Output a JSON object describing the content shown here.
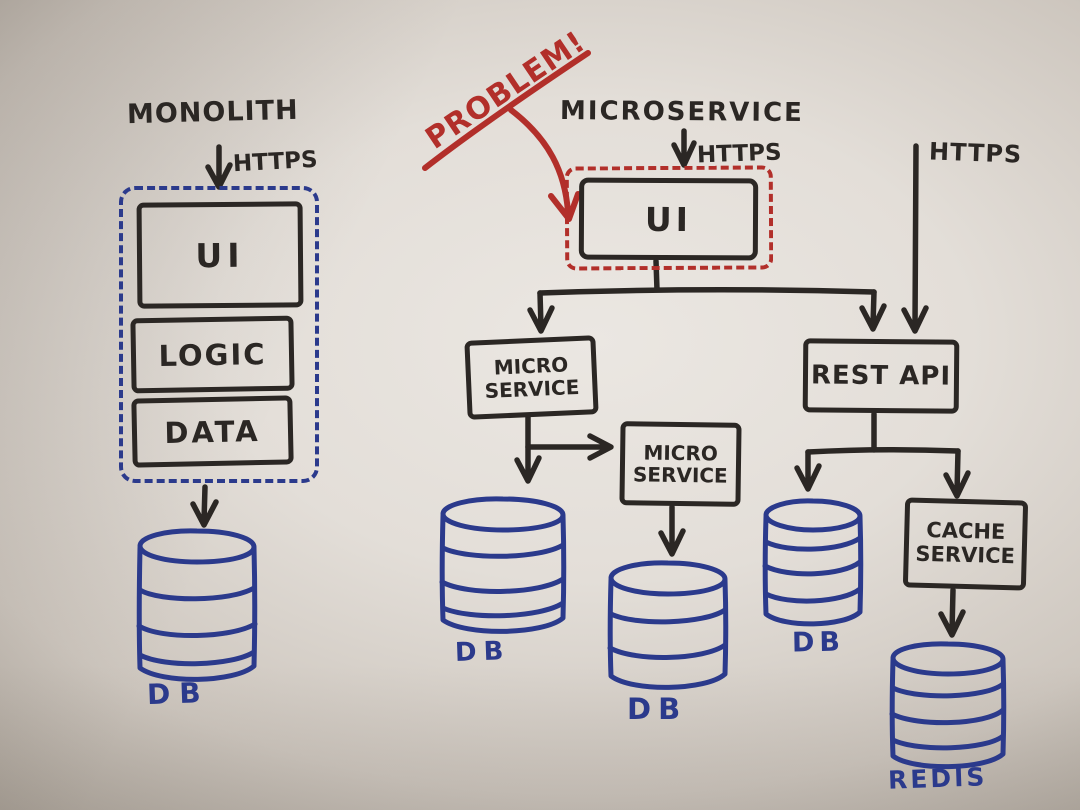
{
  "colors": {
    "ink": "#2b2724",
    "blue": "#2b3a8c",
    "red": "#b22f2a"
  },
  "monolith": {
    "title": "MONOLITH",
    "https_label": "HTTPS",
    "ui_label": "UI",
    "logic_label": "LOGIC",
    "data_label": "DATA",
    "db_label": "DB"
  },
  "microservices": {
    "problem_label": "PROBLEM!",
    "title": "MICROSERVICE",
    "https_top_label": "HTTPS",
    "https_right_label": "HTTPS",
    "ui_label": "UI",
    "micro_service_left": {
      "line1": "MICRO",
      "line2": "SERVICE"
    },
    "micro_service_mid": {
      "line1": "MICRO",
      "line2": "SERVICE"
    },
    "rest_api_label": "REST API",
    "cache_service": {
      "line1": "CACHE",
      "line2": "SERVICE"
    },
    "db_left_label": "DB",
    "db_mid_label": "DB",
    "db_right_label": "DB",
    "redis_label": "REDIS"
  }
}
